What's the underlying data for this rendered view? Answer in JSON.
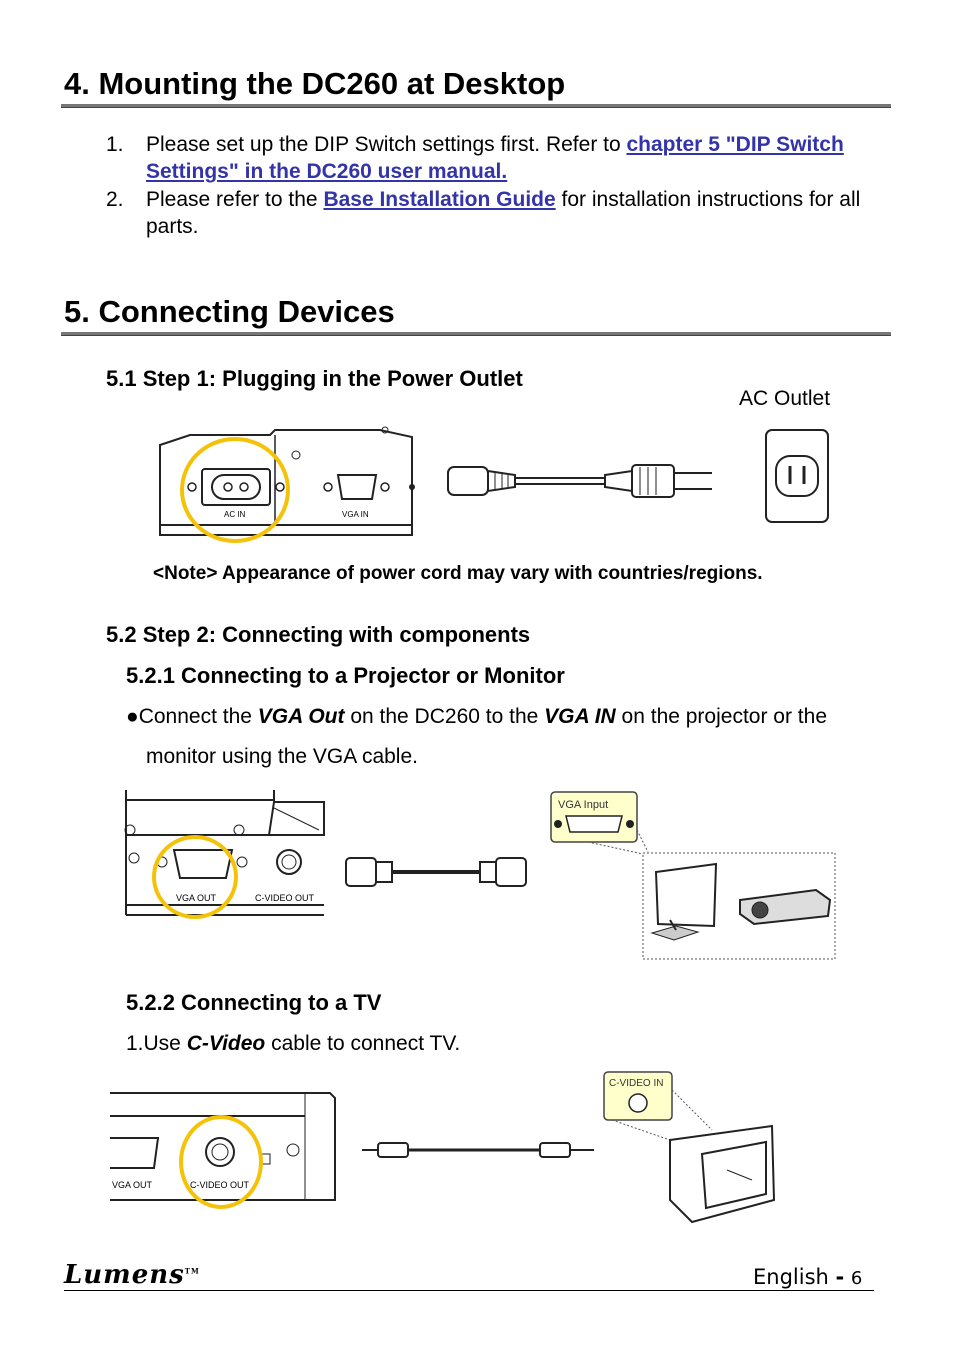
{
  "section4": {
    "title": "4.  Mounting the DC260 at Desktop",
    "items": [
      {
        "num": "1.",
        "pre": "Please set up the DIP Switch settings first. Refer to ",
        "link": "chapter 5 \"DIP Switch Settings\" in the DC260 user manual.",
        "post": ""
      },
      {
        "num": "2.",
        "pre": "Please refer to the ",
        "link": "Base Installation Guide",
        "post": " for installation instructions for all parts."
      }
    ]
  },
  "section5": {
    "title": "5.  Connecting Devices",
    "s51_title": "5.1  Step 1: Plugging in the Power Outlet",
    "ac_outlet": "AC Outlet",
    "port_ac_in": "AC IN",
    "port_vga_in": "VGA IN",
    "note": "<Note> Appearance of power cord may vary with countries/regions.",
    "s52_title": "5.2  Step 2: Connecting with components",
    "s521_title": "5.2.1  Connecting to a Projector or Monitor",
    "bullet_pre": "Connect the ",
    "bullet_em1": "VGA Out",
    "bullet_mid": " on the DC260 to the ",
    "bullet_em2": "VGA IN",
    "bullet_post": " on the projector or the",
    "bullet_line2": "monitor using the VGA cable.",
    "port_vga_out": "VGA OUT",
    "port_cvideo_out": "C-VIDEO OUT",
    "vga_input_label": "VGA Input",
    "s522_title": "5.2.2  Connecting to a TV",
    "tv_num": "1.",
    "tv_pre": "Use ",
    "tv_em": "C-Video",
    "tv_post": " cable to connect TV.",
    "port_vga_out2": "VGA OUT",
    "port_cvideo_out2": "C-VIDEO OUT",
    "cvideo_in_label": "C-VIDEO IN"
  },
  "footer": {
    "logo": "Lumens",
    "tm": "TM",
    "lang": "English",
    "sep": "-",
    "page": "6"
  }
}
